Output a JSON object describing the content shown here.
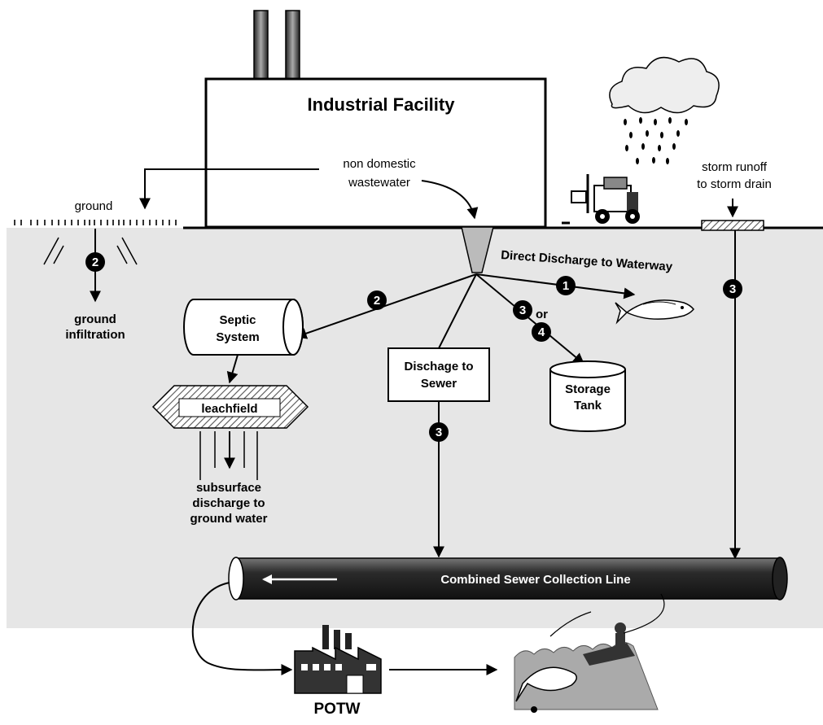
{
  "facility": {
    "title": "Industrial Facility"
  },
  "ground_label": "ground",
  "wastewater_label": [
    "non domestic",
    "wastewater"
  ],
  "storm_label": [
    "storm runoff",
    "to storm drain"
  ],
  "direct_discharge_label": "Direct Discharge to Waterway",
  "ground_infiltration_label": [
    "ground",
    "infiltration"
  ],
  "septic_label": [
    "Septic",
    "System"
  ],
  "leachfield_label": "leachfield",
  "subsurface_label": [
    "subsurface",
    "discharge to",
    "ground water"
  ],
  "sewer_discharge_label": [
    "Dischage to",
    "Sewer"
  ],
  "storage_tank_label": [
    "Storage",
    "Tank"
  ],
  "or_label": "or",
  "collection_line_label": "Combined Sewer Collection Line",
  "potw_label": "POTW",
  "markers": {
    "ground": "2",
    "septic": "2",
    "waterway": "1",
    "tank_a": "3",
    "tank_b": "4",
    "sewer": "3",
    "storm": "3"
  }
}
